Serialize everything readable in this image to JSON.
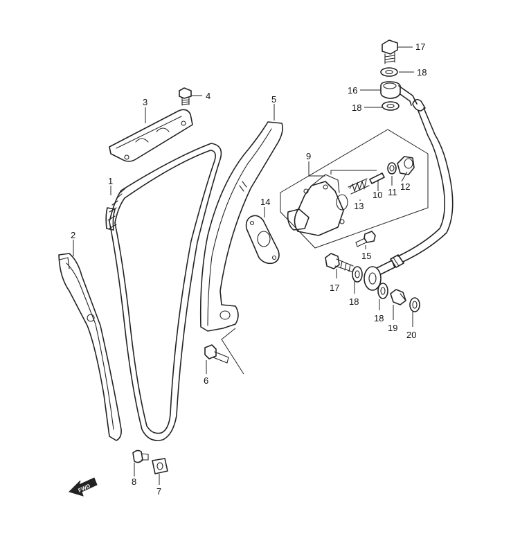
{
  "diagram": {
    "callouts": {
      "c1": "1",
      "c2": "2",
      "c3": "3",
      "c4": "4",
      "c5": "5",
      "c6": "6",
      "c7": "7",
      "c8": "8",
      "c9": "9",
      "c10": "10",
      "c11": "11",
      "c12": "12",
      "c13": "13",
      "c14": "14",
      "c15": "15",
      "c16": "16",
      "c17a": "17",
      "c17b": "17",
      "c18a": "18",
      "c18b": "18",
      "c18c": "18",
      "c18d": "18",
      "c19": "19",
      "c20": "20"
    },
    "direction_arrow": {
      "label": "FWD",
      "icon": "forward-arrow-icon"
    }
  }
}
